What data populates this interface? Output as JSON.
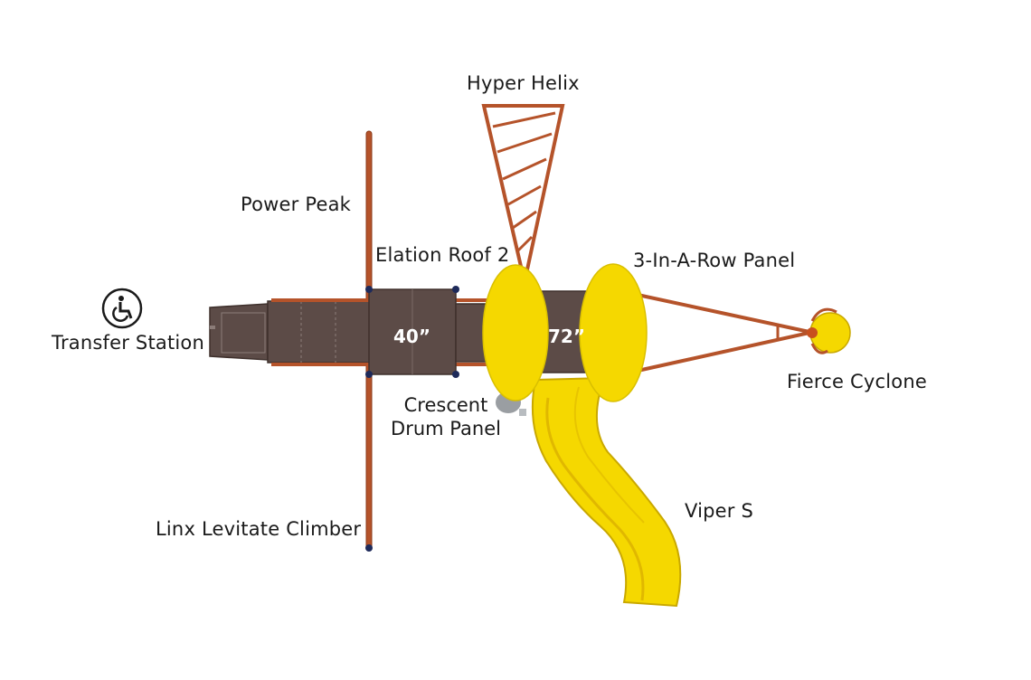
{
  "labels": {
    "hyper_helix": "Hyper Helix",
    "power_peak": "Power Peak",
    "elation_roof": "Elation Roof 2",
    "three_in_a_row": "3-In-A-Row Panel",
    "transfer_station": "Transfer Station",
    "fierce_cyclone": "Fierce Cyclone",
    "crescent_line1": "Crescent",
    "crescent_line2": "Drum Panel",
    "viper": "Viper S",
    "linx": "Linx Levitate Climber"
  },
  "decks": {
    "deck_40": "40”",
    "deck_72": "72”"
  },
  "icons": {
    "accessibility": "wheelchair-accessibility-icon"
  },
  "colors": {
    "wood": "#b5532a",
    "deck": "#5c4b47",
    "yellow": "#f5d800",
    "navy": "#1e2a5a",
    "grey": "#9a9ea2"
  }
}
